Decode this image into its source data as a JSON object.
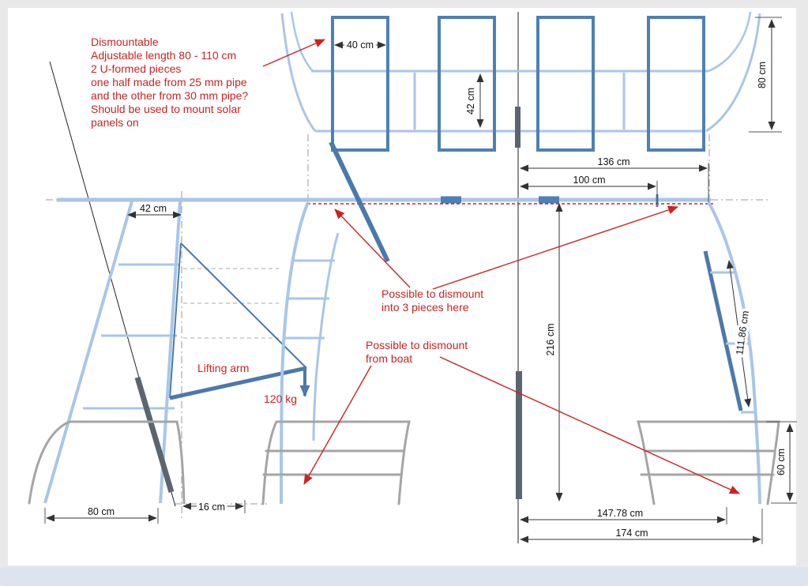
{
  "notes": {
    "dismountable_lines": [
      "Dismountable",
      "Adjustable length 80 - 110 cm",
      "2 U-formed pieces",
      "one half made from 25 mm pipe",
      "and the other from 30 mm pipe?",
      "Should be used to mount solar",
      "panels on"
    ],
    "dismount_pieces_lines": [
      "Possible to dismount",
      "into 3 pieces here"
    ],
    "dismount_boat_lines": [
      "Possible to dismount",
      "from boat"
    ],
    "lifting_arm": "Lifting arm",
    "load": "120 kg"
  },
  "dims": {
    "panel_width": "40 cm",
    "rail_gap": "42 cm",
    "topview_side": "80 cm",
    "ladder_top": "42 cm",
    "arch_136": "136 cm",
    "arch_100": "100 cm",
    "arch_height": "216 cm",
    "brace": "111.86 cm",
    "hull_height": "60 cm",
    "base_80": "80 cm",
    "base_16": "16 cm",
    "base_147": "147.78 cm",
    "base_174": "174 cm"
  },
  "colors": {
    "annotation_red": "#cc2222",
    "frame_light_blue": "#a9c6e8",
    "frame_dark_blue": "#4d80b5",
    "arm_steel_blue": "#4b79ab",
    "hull_gray": "#a5a5a5",
    "joint_dark": "#5b6570",
    "dimension_dark": "#333333",
    "page_white": "#ffffff",
    "margin_gray": "#e9e9e9",
    "bottom_strip": "#dde4f0"
  }
}
